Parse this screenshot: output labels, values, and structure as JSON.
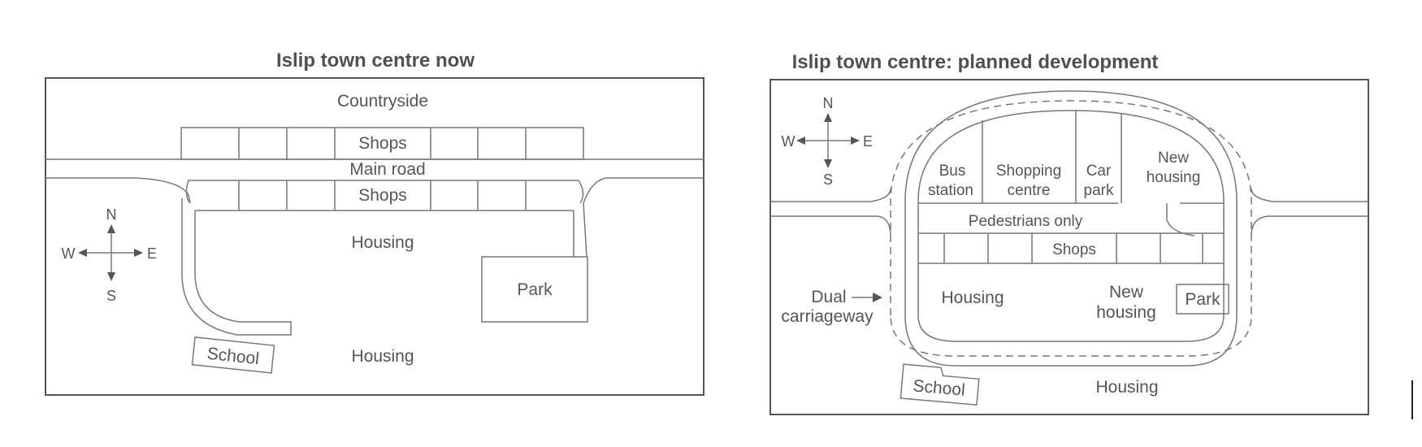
{
  "maps": {
    "now": {
      "title": "Islip town centre now",
      "labels": {
        "countryside": "Countryside",
        "shops_north": "Shops",
        "main_road": "Main road",
        "shops_south": "Shops",
        "housing_north": "Housing",
        "park": "Park",
        "school": "School",
        "housing_south": "Housing"
      },
      "compass": {
        "n": "N",
        "s": "S",
        "w": "W",
        "e": "E"
      }
    },
    "planned": {
      "title": "Islip town centre: planned development",
      "labels": {
        "bus_station_1": "Bus",
        "bus_station_2": "station",
        "shopping_centre_1": "Shopping",
        "shopping_centre_2": "centre",
        "car_park_1": "Car",
        "car_park_2": "park",
        "new_housing_ne_1": "New",
        "new_housing_ne_2": "housing",
        "pedestrians_only": "Pedestrians only",
        "shops": "Shops",
        "housing_west": "Housing",
        "new_housing_se_1": "New",
        "new_housing_se_2": "housing",
        "park": "Park",
        "dual_carriageway_1": "Dual",
        "dual_carriageway_2": "carriageway",
        "school": "School",
        "housing_south": "Housing"
      },
      "compass": {
        "n": "N",
        "s": "S",
        "w": "W",
        "e": "E"
      }
    }
  }
}
